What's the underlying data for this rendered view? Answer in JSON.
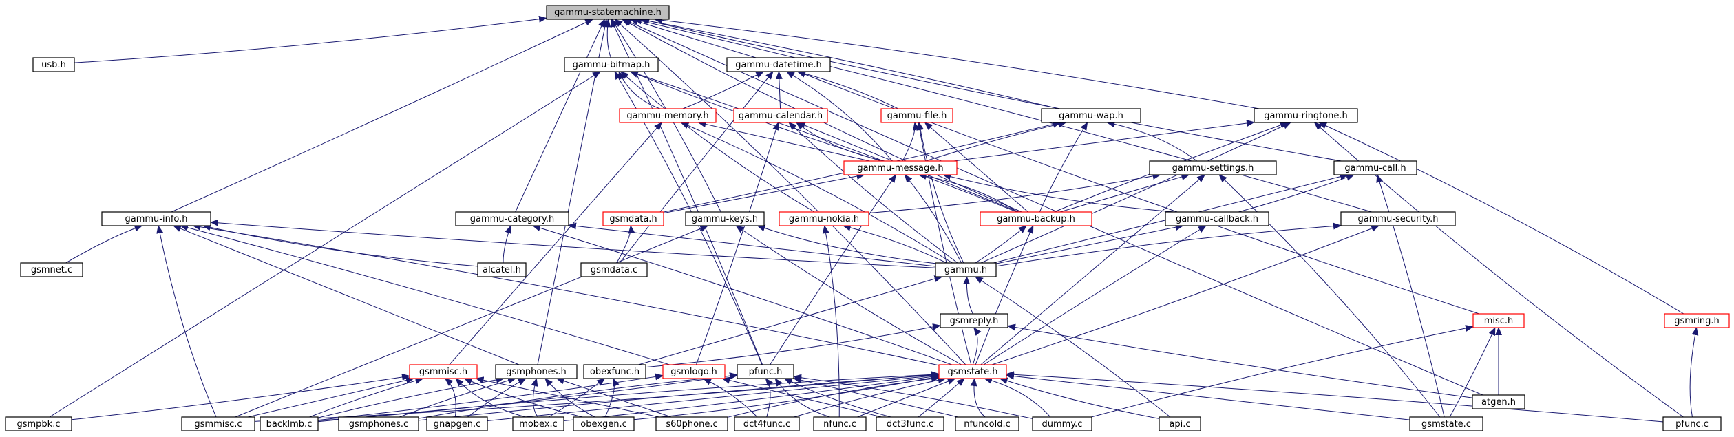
{
  "colors": {
    "edge": "#191970",
    "node_border": "#000000",
    "node_border_incomplete": "#ff0000",
    "root_fill": "#bfbfbf"
  },
  "nodes": {
    "statemachine": {
      "label": "gammu-statemachine.h",
      "style": "root"
    },
    "usb": {
      "label": "usb.h",
      "style": "normal"
    },
    "bitmap": {
      "label": "gammu-bitmap.h",
      "style": "normal"
    },
    "datetime": {
      "label": "gammu-datetime.h",
      "style": "normal"
    },
    "memory": {
      "label": "gammu-memory.h",
      "style": "red"
    },
    "calendar": {
      "label": "gammu-calendar.h",
      "style": "red"
    },
    "file": {
      "label": "gammu-file.h",
      "style": "red"
    },
    "wap": {
      "label": "gammu-wap.h",
      "style": "normal"
    },
    "ringtone": {
      "label": "gammu-ringtone.h",
      "style": "normal"
    },
    "message": {
      "label": "gammu-message.h",
      "style": "red"
    },
    "settings": {
      "label": "gammu-settings.h",
      "style": "normal"
    },
    "call": {
      "label": "gammu-call.h",
      "style": "normal"
    },
    "info": {
      "label": "gammu-info.h",
      "style": "normal"
    },
    "category": {
      "label": "gammu-category.h",
      "style": "normal"
    },
    "gsmdata_h": {
      "label": "gsmdata.h",
      "style": "red"
    },
    "keys": {
      "label": "gammu-keys.h",
      "style": "normal"
    },
    "nokia": {
      "label": "gammu-nokia.h",
      "style": "red"
    },
    "backup": {
      "label": "gammu-backup.h",
      "style": "red"
    },
    "callback": {
      "label": "gammu-callback.h",
      "style": "normal"
    },
    "security": {
      "label": "gammu-security.h",
      "style": "normal"
    },
    "gsmnet_c": {
      "label": "gsmnet.c",
      "style": "normal"
    },
    "alcatel": {
      "label": "alcatel.h",
      "style": "normal"
    },
    "gsmdata_c": {
      "label": "gsmdata.c",
      "style": "normal"
    },
    "gammu_h": {
      "label": "gammu.h",
      "style": "normal"
    },
    "gsmreply": {
      "label": "gsmreply.h",
      "style": "normal"
    },
    "misc_h": {
      "label": "misc.h",
      "style": "red"
    },
    "gsmring": {
      "label": "gsmring.h",
      "style": "red"
    },
    "gsmmisc_h": {
      "label": "gsmmisc.h",
      "style": "red"
    },
    "gsmphones_h": {
      "label": "gsmphones.h",
      "style": "normal"
    },
    "obexfunc": {
      "label": "obexfunc.h",
      "style": "normal"
    },
    "gsmlogo": {
      "label": "gsmlogo.h",
      "style": "red"
    },
    "pfunc_h": {
      "label": "pfunc.h",
      "style": "normal"
    },
    "gsmstate_h": {
      "label": "gsmstate.h",
      "style": "red"
    },
    "atgen": {
      "label": "atgen.h",
      "style": "normal"
    },
    "gsmpbk": {
      "label": "gsmpbk.c",
      "style": "normal"
    },
    "gsmmisc_c": {
      "label": "gsmmisc.c",
      "style": "normal"
    },
    "backlmb": {
      "label": "backlmb.c",
      "style": "normal"
    },
    "gsmphones_c": {
      "label": "gsmphones.c",
      "style": "normal"
    },
    "gnapgen": {
      "label": "gnapgen.c",
      "style": "normal"
    },
    "mobex": {
      "label": "mobex.c",
      "style": "normal"
    },
    "obexgen": {
      "label": "obexgen.c",
      "style": "normal"
    },
    "s60phone": {
      "label": "s60phone.c",
      "style": "normal"
    },
    "dct4func": {
      "label": "dct4func.c",
      "style": "normal"
    },
    "nfunc": {
      "label": "nfunc.c",
      "style": "normal"
    },
    "dct3func": {
      "label": "dct3func.c",
      "style": "normal"
    },
    "nfuncold": {
      "label": "nfuncold.c",
      "style": "normal"
    },
    "dummy": {
      "label": "dummy.c",
      "style": "normal"
    },
    "api": {
      "label": "api.c",
      "style": "normal"
    },
    "gsmstate_c": {
      "label": "gsmstate.c",
      "style": "normal"
    },
    "pfunc_c": {
      "label": "pfunc.c",
      "style": "normal"
    }
  },
  "edges": [
    [
      "usb",
      "statemachine"
    ],
    [
      "bitmap",
      "statemachine"
    ],
    [
      "datetime",
      "statemachine"
    ],
    [
      "wap",
      "statemachine"
    ],
    [
      "ringtone",
      "statemachine"
    ],
    [
      "call",
      "statemachine"
    ],
    [
      "info",
      "statemachine"
    ],
    [
      "category",
      "statemachine"
    ],
    [
      "keys",
      "statemachine"
    ],
    [
      "security",
      "statemachine"
    ],
    [
      "backup",
      "statemachine"
    ],
    [
      "atgen",
      "statemachine"
    ],
    [
      "gsmphones_h",
      "statemachine"
    ],
    [
      "pfunc_h",
      "statemachine"
    ],
    [
      "gsmstate_h",
      "statemachine"
    ],
    [
      "memory",
      "bitmap"
    ],
    [
      "message",
      "bitmap"
    ],
    [
      "gsmpbk",
      "bitmap"
    ],
    [
      "backup",
      "bitmap"
    ],
    [
      "pfunc_h",
      "bitmap"
    ],
    [
      "nokia",
      "bitmap"
    ],
    [
      "memory",
      "datetime"
    ],
    [
      "calendar",
      "datetime"
    ],
    [
      "file",
      "datetime"
    ],
    [
      "message",
      "datetime"
    ],
    [
      "misc_h",
      "datetime"
    ],
    [
      "gsmdata_c",
      "datetime"
    ],
    [
      "message",
      "memory"
    ],
    [
      "gsmmisc_h",
      "memory"
    ],
    [
      "gammu_h",
      "memory"
    ],
    [
      "message",
      "calendar"
    ],
    [
      "gammu_h",
      "calendar"
    ],
    [
      "backup",
      "calendar"
    ],
    [
      "gsmlogo",
      "calendar"
    ],
    [
      "message",
      "file"
    ],
    [
      "gammu_h",
      "file"
    ],
    [
      "gsmstate_h",
      "file"
    ],
    [
      "backup",
      "file"
    ],
    [
      "message",
      "wap"
    ],
    [
      "settings",
      "wap"
    ],
    [
      "backup",
      "wap"
    ],
    [
      "gsmdata_h",
      "wap"
    ],
    [
      "message",
      "ringtone"
    ],
    [
      "backup",
      "ringtone"
    ],
    [
      "gsmring",
      "ringtone"
    ],
    [
      "pfunc_c",
      "ringtone"
    ],
    [
      "gammu_h",
      "ringtone"
    ],
    [
      "gsmdata_h",
      "message"
    ],
    [
      "gammu_h",
      "message"
    ],
    [
      "backup",
      "message"
    ],
    [
      "callback",
      "message"
    ],
    [
      "pfunc_h",
      "message"
    ],
    [
      "backup",
      "settings"
    ],
    [
      "gsmstate_h",
      "settings"
    ],
    [
      "gsmstate_c",
      "settings"
    ],
    [
      "nokia",
      "settings"
    ],
    [
      "callback",
      "call"
    ],
    [
      "gammu_h",
      "call"
    ],
    [
      "gsmstate_c",
      "call"
    ],
    [
      "gsmnet_c",
      "info"
    ],
    [
      "alcatel",
      "info"
    ],
    [
      "gammu_h",
      "info"
    ],
    [
      "gsmphones_h",
      "info"
    ],
    [
      "gsmlogo",
      "info"
    ],
    [
      "gsmstate_h",
      "info"
    ],
    [
      "gsmmisc_c",
      "info"
    ],
    [
      "alcatel",
      "category"
    ],
    [
      "gammu_h",
      "category"
    ],
    [
      "gsmstate_h",
      "category"
    ],
    [
      "gsmdata_c",
      "gsmdata_h"
    ],
    [
      "gammu_h",
      "keys"
    ],
    [
      "gsmstate_h",
      "keys"
    ],
    [
      "gsmmisc_c",
      "keys"
    ],
    [
      "gammu_h",
      "nokia"
    ],
    [
      "nfunc",
      "nokia"
    ],
    [
      "gammu_h",
      "backup"
    ],
    [
      "gsmstate_h",
      "backup"
    ],
    [
      "gammu_h",
      "callback"
    ],
    [
      "gsmstate_h",
      "callback"
    ],
    [
      "gammu_h",
      "security"
    ],
    [
      "gsmstate_h",
      "security"
    ],
    [
      "gsmreply",
      "gammu_h"
    ],
    [
      "obexfunc",
      "gammu_h"
    ],
    [
      "api",
      "gammu_h"
    ],
    [
      "gsmstate_h",
      "gsmreply"
    ],
    [
      "obexfunc",
      "gsmreply"
    ],
    [
      "atgen",
      "gsmreply"
    ],
    [
      "atgen",
      "misc_h"
    ],
    [
      "gsmstate_c",
      "misc_h"
    ],
    [
      "dummy",
      "misc_h"
    ],
    [
      "pfunc_c",
      "gsmring"
    ],
    [
      "gsmpbk",
      "gsmmisc_h"
    ],
    [
      "gsmmisc_c",
      "gsmmisc_h"
    ],
    [
      "backlmb",
      "gsmmisc_h"
    ],
    [
      "gnapgen",
      "gsmmisc_h"
    ],
    [
      "mobex",
      "gsmmisc_h"
    ],
    [
      "obexgen",
      "gsmmisc_h"
    ],
    [
      "s60phone",
      "gsmmisc_h"
    ],
    [
      "gsmphones_c",
      "gsmphones_h"
    ],
    [
      "gnapgen",
      "gsmphones_h"
    ],
    [
      "mobex",
      "gsmphones_h"
    ],
    [
      "obexgen",
      "gsmphones_h"
    ],
    [
      "s60phone",
      "gsmphones_h"
    ],
    [
      "backlmb",
      "gsmphones_h"
    ],
    [
      "obexgen",
      "obexfunc"
    ],
    [
      "mobex",
      "obexfunc"
    ],
    [
      "backlmb",
      "gsmlogo"
    ],
    [
      "dct3func",
      "gsmlogo"
    ],
    [
      "dct4func",
      "gsmlogo"
    ],
    [
      "dct4func",
      "pfunc_h"
    ],
    [
      "nfunc",
      "pfunc_h"
    ],
    [
      "dct3func",
      "pfunc_h"
    ],
    [
      "nfuncold",
      "pfunc_h"
    ],
    [
      "dummy",
      "pfunc_h"
    ],
    [
      "gsmphones_c",
      "pfunc_h"
    ],
    [
      "backlmb",
      "pfunc_h"
    ],
    [
      "api",
      "gsmstate_h"
    ],
    [
      "gsmstate_c",
      "gsmstate_h"
    ],
    [
      "pfunc_c",
      "gsmstate_h"
    ],
    [
      "dummy",
      "gsmstate_h"
    ],
    [
      "nfuncold",
      "gsmstate_h"
    ],
    [
      "dct3func",
      "gsmstate_h"
    ],
    [
      "nfunc",
      "gsmstate_h"
    ],
    [
      "dct4func",
      "gsmstate_h"
    ],
    [
      "s60phone",
      "gsmstate_h"
    ],
    [
      "obexgen",
      "gsmstate_h"
    ],
    [
      "mobex",
      "gsmstate_h"
    ],
    [
      "gnapgen",
      "gsmstate_h"
    ],
    [
      "gsmphones_c",
      "gsmstate_h"
    ],
    [
      "backlmb",
      "gsmstate_h"
    ],
    [
      "gsmmisc_c",
      "gsmstate_h"
    ]
  ]
}
